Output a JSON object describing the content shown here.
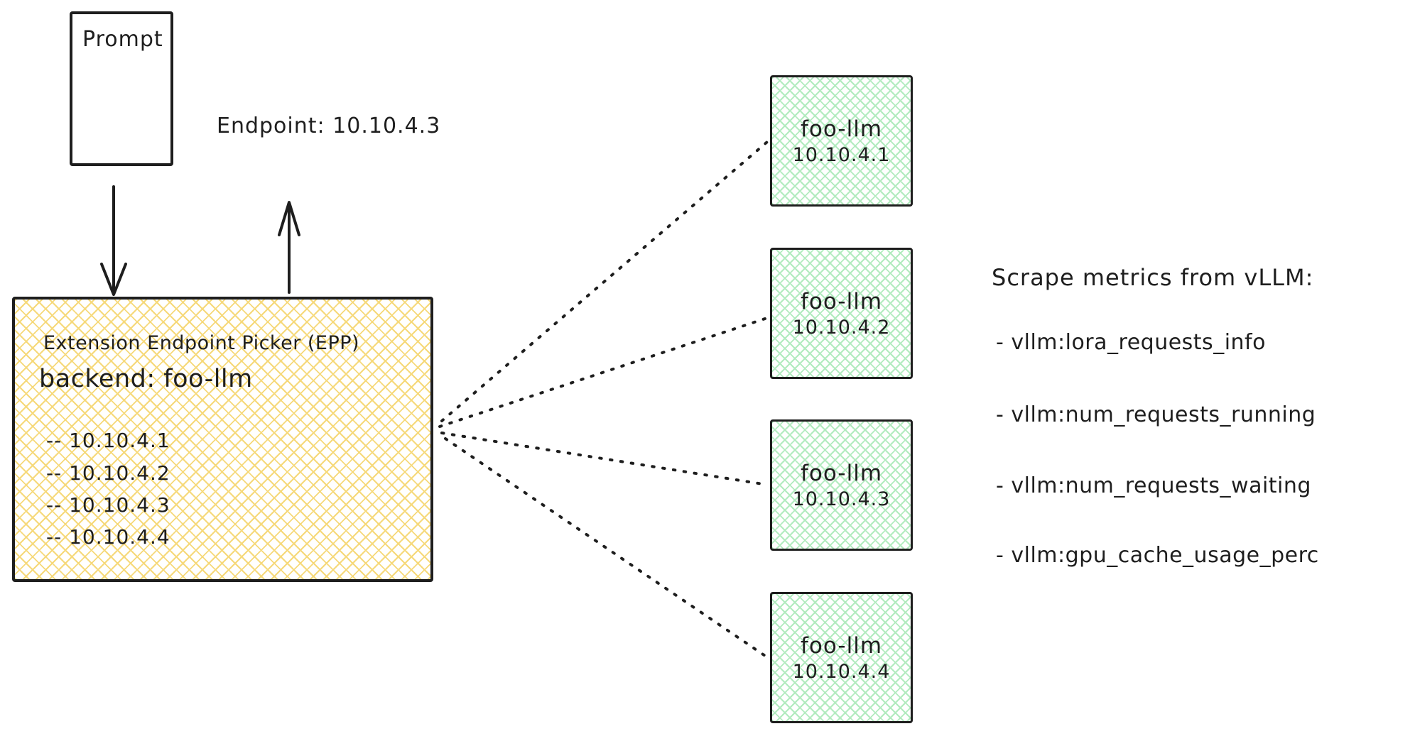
{
  "prompt_box": {
    "label": "Prompt"
  },
  "endpoint_label": "Endpoint: 10.10.4.3",
  "epp_box": {
    "title": "Extension Endpoint Picker (EPP)",
    "backend_line": "backend: foo-llm",
    "endpoints": [
      "-- 10.10.4.1",
      "-- 10.10.4.2",
      "-- 10.10.4.3",
      "-- 10.10.4.4"
    ]
  },
  "backends": [
    {
      "name": "foo-llm",
      "ip": "10.10.4.1"
    },
    {
      "name": "foo-llm",
      "ip": "10.10.4.2"
    },
    {
      "name": "foo-llm",
      "ip": "10.10.4.3"
    },
    {
      "name": "foo-llm",
      "ip": "10.10.4.4"
    }
  ],
  "metrics_panel": {
    "title": "Scrape metrics from vLLM:",
    "items": [
      "- vllm:lora_requests_info",
      "- vllm:num_requests_running",
      "- vllm:num_requests_waiting",
      "- vllm:gpu_cache_usage_perc"
    ]
  },
  "colors": {
    "stroke": "#1e1e1e",
    "yellow_hatch": "#f6d97a",
    "green_hatch": "#b2ebbf",
    "background": "#ffffff"
  }
}
